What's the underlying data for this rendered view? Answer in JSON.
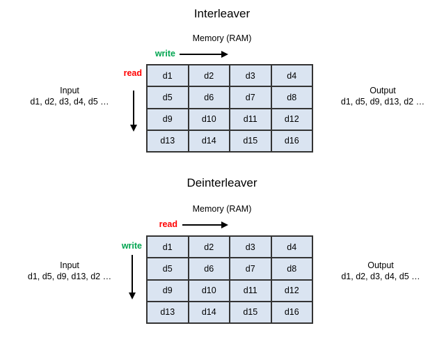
{
  "colors": {
    "background": "#ffffff",
    "cell_fill": "#dae4f1",
    "cell_border": "#333333",
    "write_label": "#00a550",
    "read_label": "#ff0000",
    "arrow": "#000000",
    "text": "#000000"
  },
  "interleaver": {
    "title": "Interleaver",
    "memory_label": "Memory (RAM)",
    "write_label": "write",
    "read_label": "read",
    "input": {
      "title": "Input",
      "sequence": "d1, d2, d3, d4, d5 …"
    },
    "output": {
      "title": "Output",
      "sequence": "d1, d5, d9, d13, d2 …"
    },
    "grid": [
      [
        "d1",
        "d2",
        "d3",
        "d4"
      ],
      [
        "d5",
        "d6",
        "d7",
        "d8"
      ],
      [
        "d9",
        "d10",
        "d11",
        "d12"
      ],
      [
        "d13",
        "d14",
        "d15",
        "d16"
      ]
    ]
  },
  "deinterleaver": {
    "title": "Deinterleaver",
    "memory_label": "Memory (RAM)",
    "read_label": "read",
    "write_label": "write",
    "input": {
      "title": "Input",
      "sequence": "d1, d5, d9, d13, d2 …"
    },
    "output": {
      "title": "Output",
      "sequence": "d1, d2, d3, d4, d5 …"
    },
    "grid": [
      [
        "d1",
        "d2",
        "d3",
        "d4"
      ],
      [
        "d5",
        "d6",
        "d7",
        "d8"
      ],
      [
        "d9",
        "d10",
        "d11",
        "d12"
      ],
      [
        "d13",
        "d14",
        "d15",
        "d16"
      ]
    ]
  }
}
